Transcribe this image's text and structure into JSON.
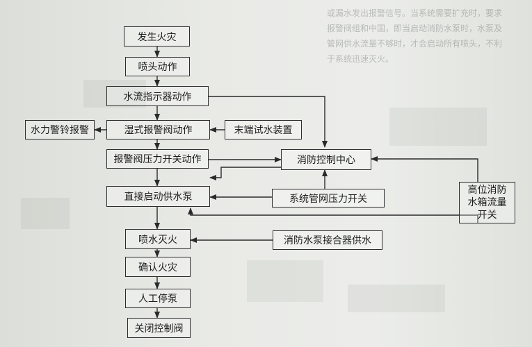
{
  "bleed_text": "或漏水发出报警信号。当系统需要扩充时，要求报警阀组和中国，即当启动消防水泵时，水泵及管网供水流量不够时，才会启动所有喷头，不利于系统迅速灭火。",
  "steps": {
    "fire": "发生火灾",
    "sprinkler": "喷头动作",
    "flow_indicator": "水流指示器动作",
    "wet_alarm_valve": "湿式报警阀动作",
    "pressure_switch": "报警阀压力开关动作",
    "start_pump": "直接启动供水泵",
    "spray": "喷水灭火",
    "confirm": "确认火灾",
    "manual_stop": "人工停泵",
    "close_valve": "关闭控制阀",
    "water_alarm_bell": "水力警铃报警",
    "end_test": "末端试水装置",
    "fire_control_center": "消防控制中心",
    "pipe_pressure_switch": "系统管网压力开关",
    "pump_adapter": "消防水泵接合器供水",
    "tank_flow_switch": [
      "高位消防",
      "水箱流量",
      "开关"
    ]
  }
}
